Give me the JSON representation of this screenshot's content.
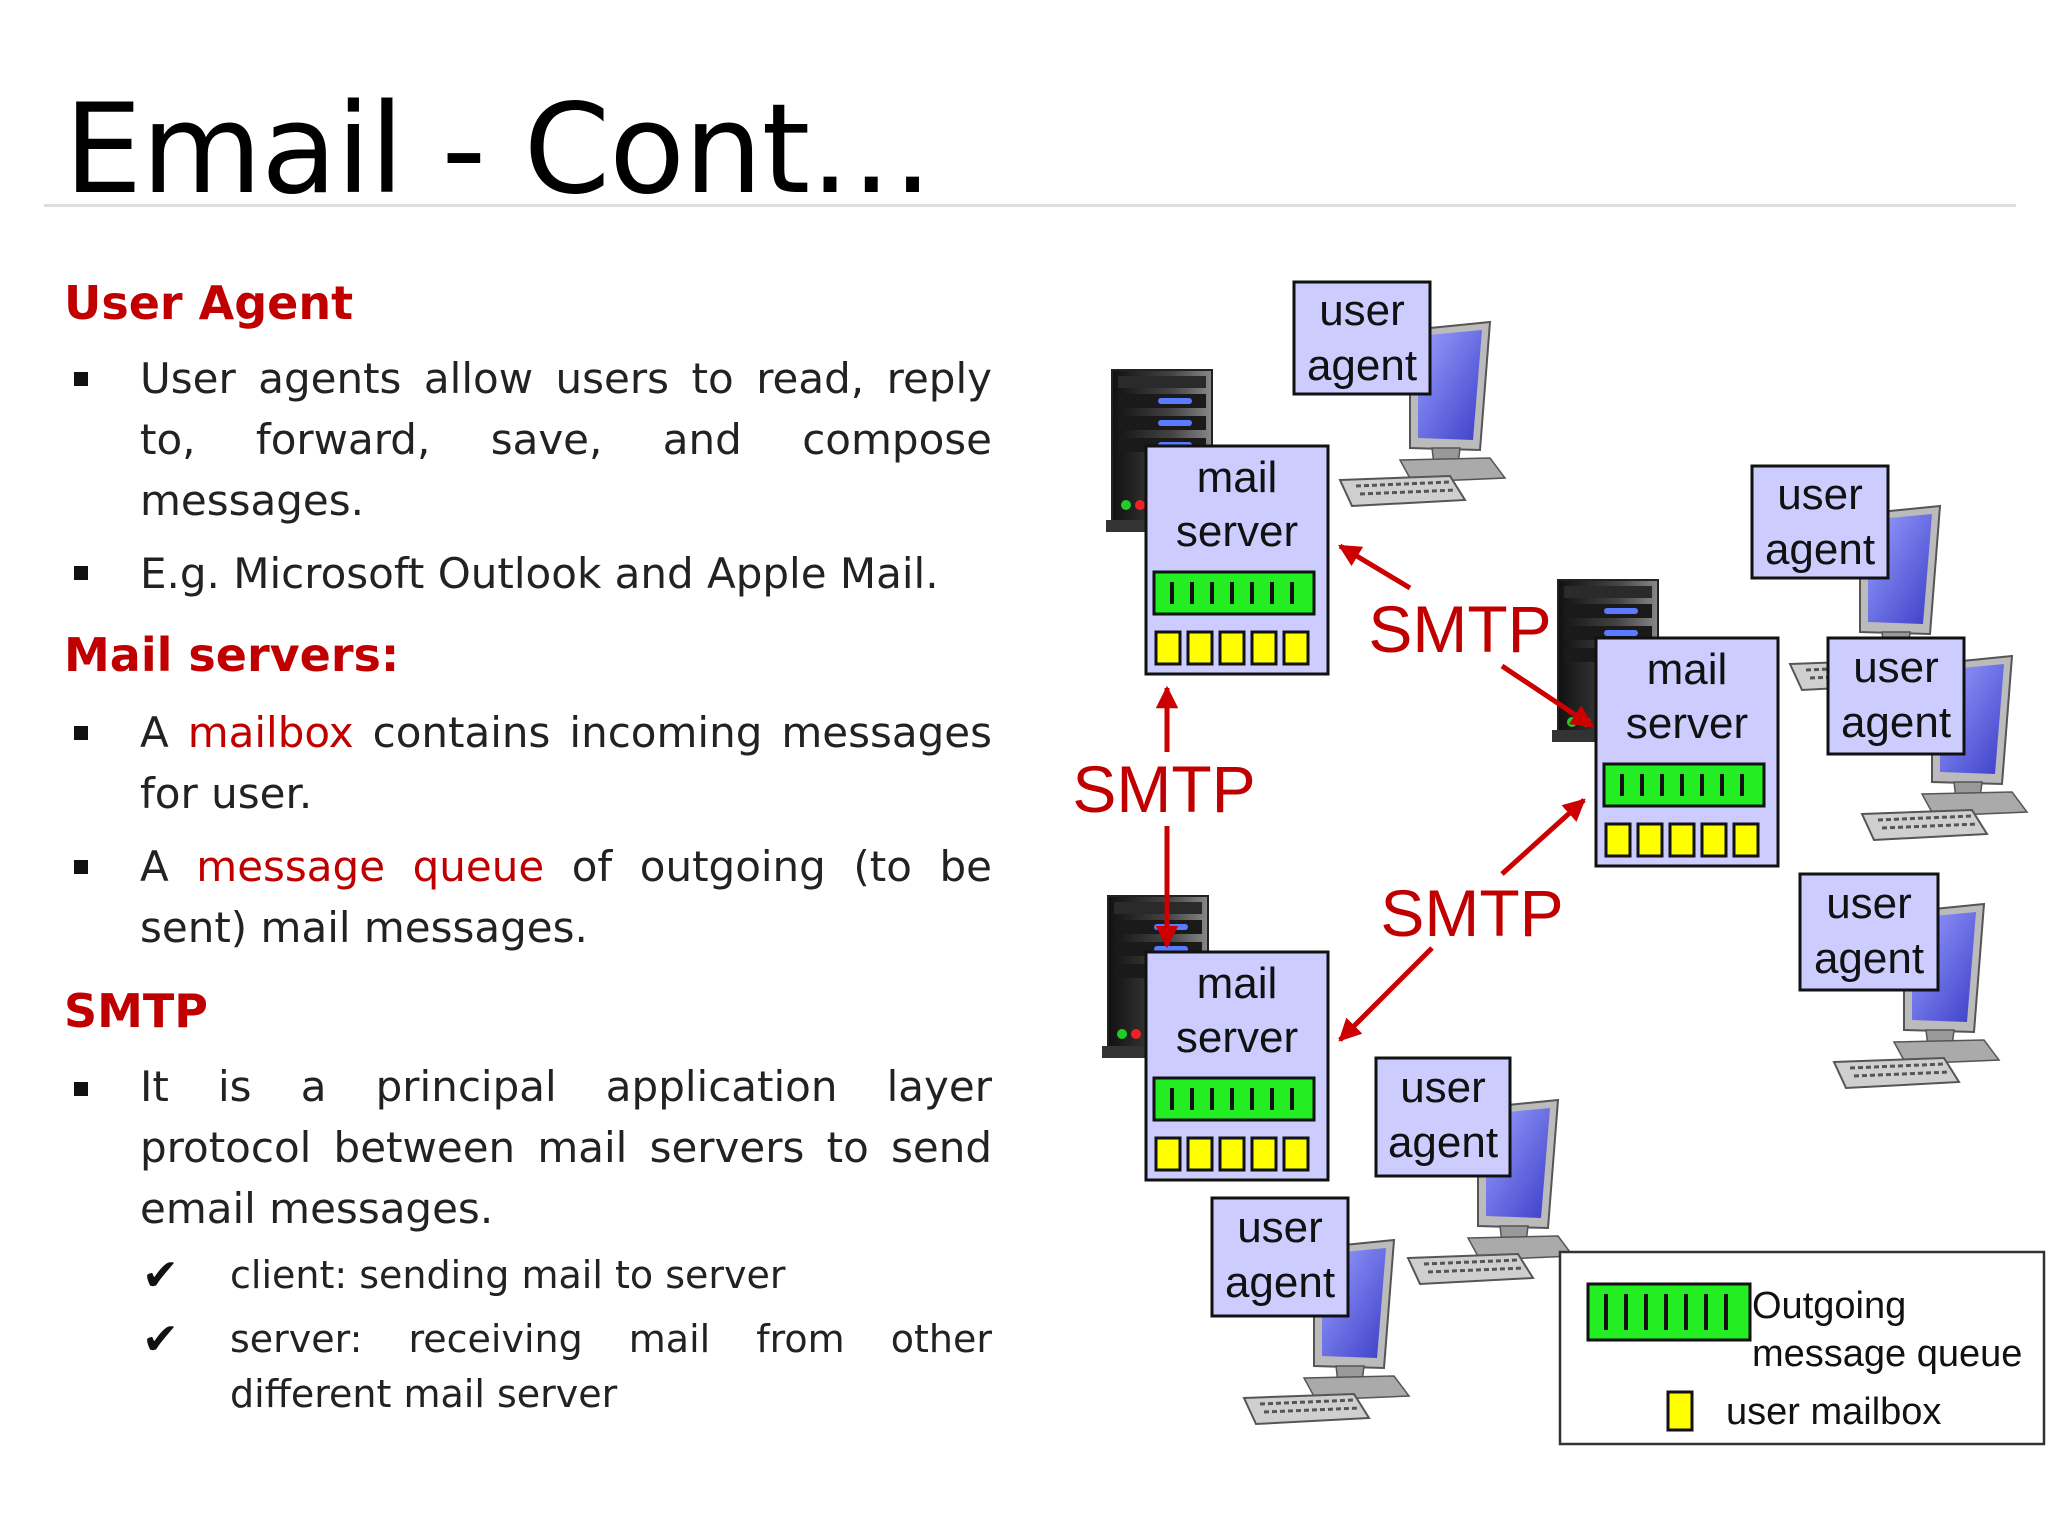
{
  "slide": {
    "title": "Email - Cont…"
  },
  "sections": {
    "user_agent": {
      "heading": "User Agent",
      "bullets": [
        "User agents allow users to read, reply to, forward, save, and compose messages.",
        "E.g. Microsoft Outlook and Apple Mail."
      ]
    },
    "mail_servers": {
      "heading": "Mail servers:",
      "bullet1": {
        "pre": "A ",
        "hl": "mailbox",
        "post": " contains incoming messages for user."
      },
      "bullet2": {
        "pre": "A ",
        "hl": "message queue",
        "post": " of outgoing (to be sent) mail messages."
      }
    },
    "smtp": {
      "heading": "SMTP",
      "bullet": "It is a principal application layer protocol between mail servers to send email messages.",
      "sub_bullets": [
        "client: sending mail to server",
        "server: receiving mail from other different mail server"
      ]
    }
  },
  "diagram": {
    "mail_server_label_1": "mail",
    "mail_server_label_2": "server",
    "user_agent_label_1": "user",
    "user_agent_label_2": "agent",
    "protocol_label": "SMTP",
    "legend": {
      "queue_line1": "Outgoing",
      "queue_line2": "message queue",
      "mailbox": "user mailbox"
    },
    "colors": {
      "box_fill": "#ccccff",
      "queue_green": "#22ee22",
      "mailbox_yellow": "#ffff00",
      "arrow_red": "#cc0000"
    }
  }
}
